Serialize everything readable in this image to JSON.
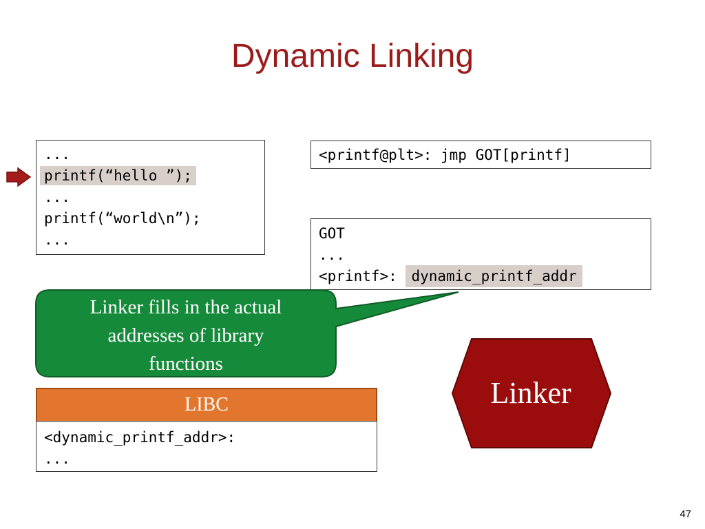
{
  "slide": {
    "title": "Dynamic Linking",
    "page_number": "47"
  },
  "code_box": {
    "lines": [
      "...",
      "printf(“hello ”);",
      "...",
      "printf(“world\\n”);",
      "..."
    ],
    "highlighted_line_index": 1
  },
  "plt_box": {
    "line": "<printf@plt>: jmp GOT[printf]"
  },
  "got_box": {
    "header": "GOT",
    "ellipsis": "...",
    "entry_label": "<printf>:",
    "entry_value": "dynamic_printf_addr"
  },
  "callout": {
    "text_lines": [
      "Linker fills in the actual",
      "addresses of library",
      "functions"
    ],
    "color": "#168a3b"
  },
  "libc": {
    "header": "LIBC",
    "lines": [
      "<dynamic_printf_addr>:",
      "..."
    ],
    "header_color": "#e2762f"
  },
  "linker": {
    "label": "Linker",
    "color": "#9b0d0d"
  },
  "colors": {
    "title": "#9b1b1b",
    "highlight": "#d8cfca",
    "arrow": "#a51c1c"
  },
  "icons": {
    "pointer_arrow": "right-arrow-icon"
  }
}
